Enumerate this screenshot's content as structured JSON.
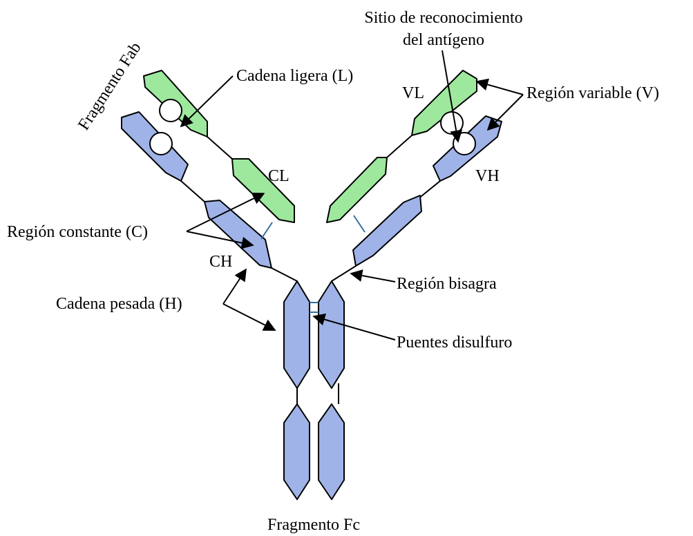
{
  "labels": {
    "fab_fragment": "Fragmento Fab",
    "light_chain": "Cadena ligera (L)",
    "antigen_site_line1": "Sitio de reconocimiento",
    "antigen_site_line2": "del antígeno",
    "vl": "VL",
    "variable_region": "Región variable (V)",
    "cl": "CL",
    "vh": "VH",
    "constant_region": "Región constante (C)",
    "ch": "CH",
    "hinge_region": "Región bisagra",
    "heavy_chain": "Cadena pesada (H)",
    "disulfide_bridges": "Puentes disulfuro",
    "fc_fragment": "Fragmento Fc"
  },
  "colors": {
    "heavy_chain_fill": "#9fb3e8",
    "light_chain_fill": "#9ee89e",
    "disulfide_color": "#2f6f9f"
  }
}
